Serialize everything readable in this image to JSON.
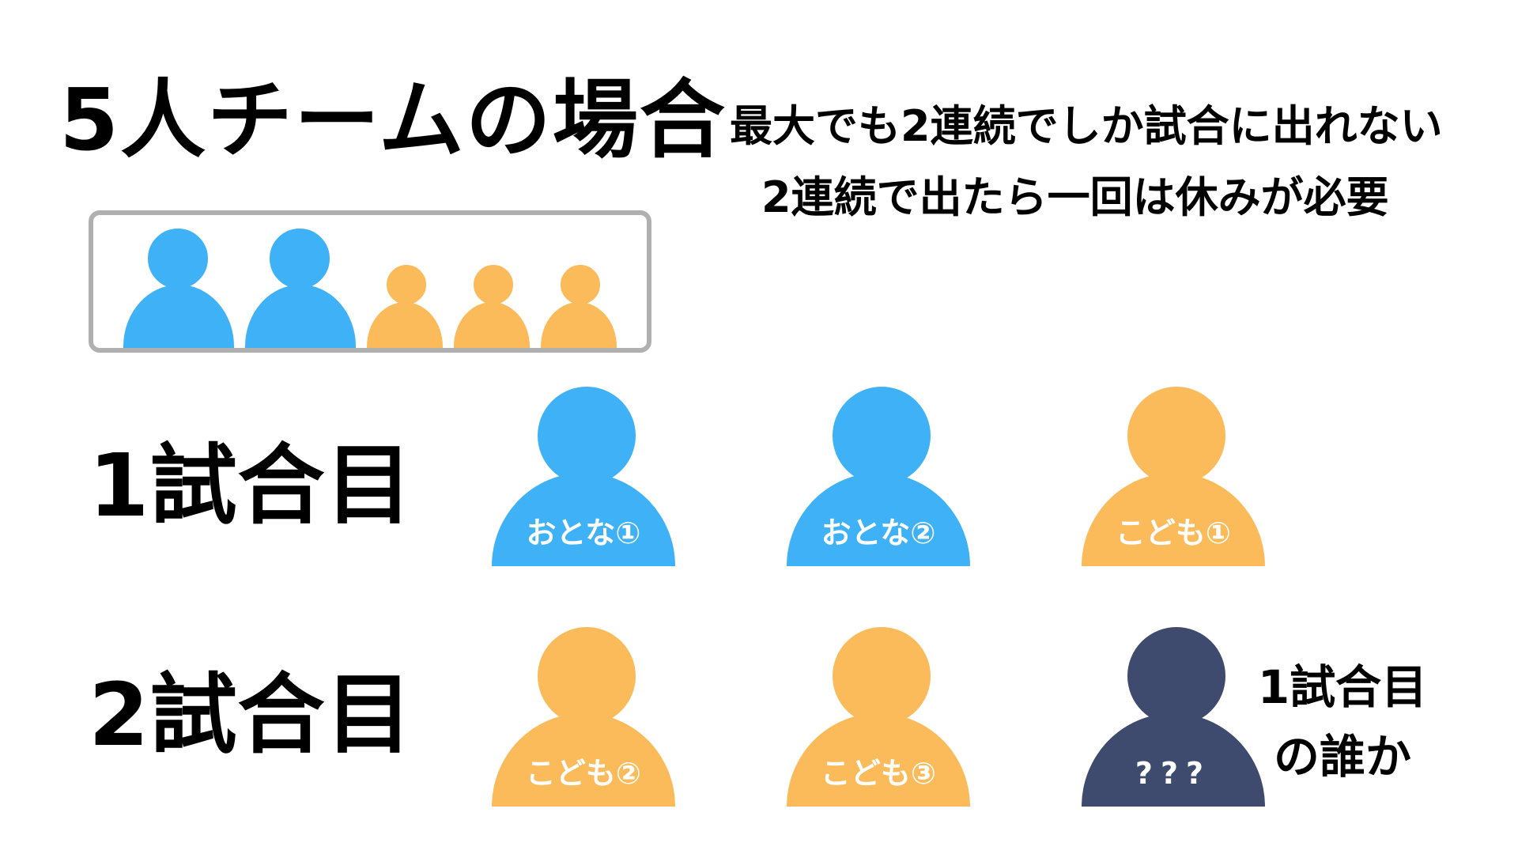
{
  "title": "5人チームの場合",
  "rules": {
    "line1": "最大でも2連続でしか試合に出れない",
    "line2": "2連続で出たら一回は休みが必要"
  },
  "colors": {
    "adult": "#3fb2f7",
    "child": "#fcbb5a",
    "unknown": "#3e4a6e",
    "box_border": "#b0b0b0"
  },
  "team_icon_name": "person-icon",
  "games": [
    {
      "label": "1試合目",
      "players": [
        {
          "tag": "おとな①",
          "kind": "adult"
        },
        {
          "tag": "おとな②",
          "kind": "adult"
        },
        {
          "tag": "こども①",
          "kind": "child"
        }
      ]
    },
    {
      "label": "2試合目",
      "players": [
        {
          "tag": "こども②",
          "kind": "child"
        },
        {
          "tag": "こども③",
          "kind": "child"
        },
        {
          "tag": "???",
          "kind": "unknown"
        }
      ],
      "note": {
        "line1": "1試合目",
        "line2": "の誰か"
      }
    }
  ]
}
